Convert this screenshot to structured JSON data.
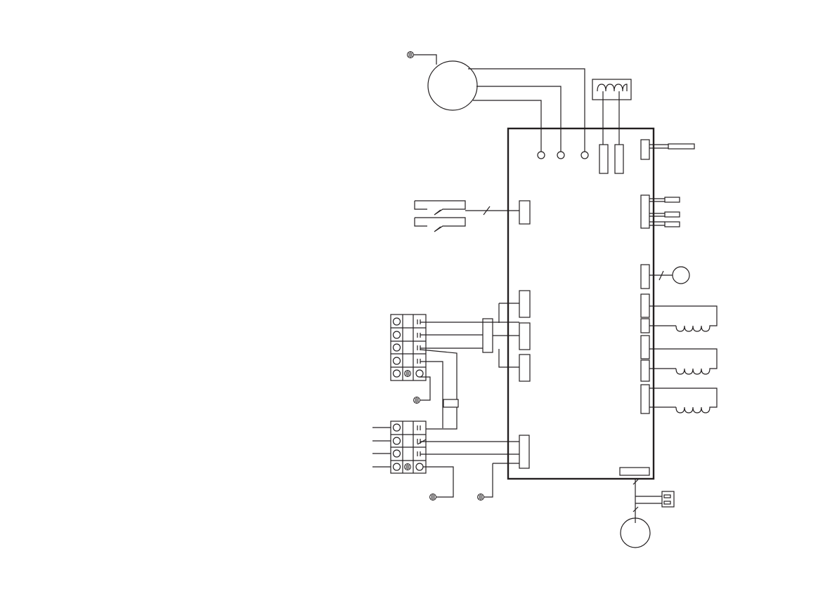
{
  "diagram": {
    "type": "wiring-diagram",
    "labels": [],
    "symbols": {
      "ground": "ground-icon",
      "motor": "motor-circle",
      "coil": "inductor-coil",
      "terminal": "terminal-screw"
    },
    "colors": {
      "line": "#231f20",
      "background": "#ffffff"
    }
  }
}
